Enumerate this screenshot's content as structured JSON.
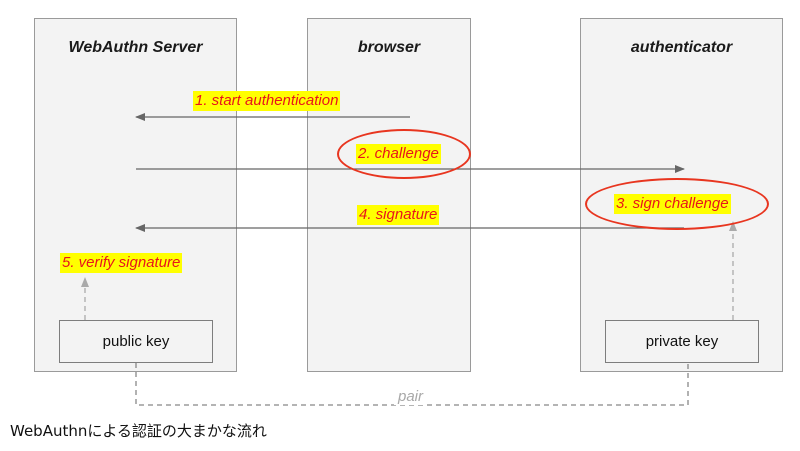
{
  "columns": {
    "server": "WebAuthn Server",
    "browser": "browser",
    "authenticator": "authenticator"
  },
  "steps": {
    "s1": "1. start authentication",
    "s2": "2. challenge",
    "s3": "3. sign challenge",
    "s4": "4. signature",
    "s5": "5. verify signature"
  },
  "keys": {
    "public": "public key",
    "private": "private key",
    "pair": "pair"
  },
  "caption": "WebAuthnによる認証の大まかな流れ",
  "colors": {
    "column_fill": "#f3f3f3",
    "column_border": "#9a9a9a",
    "arrow": "#666666",
    "highlight": "#ffff00",
    "step_text": "#e8151b",
    "oval": "#e8351f",
    "dashed": "#aaaaaa"
  }
}
